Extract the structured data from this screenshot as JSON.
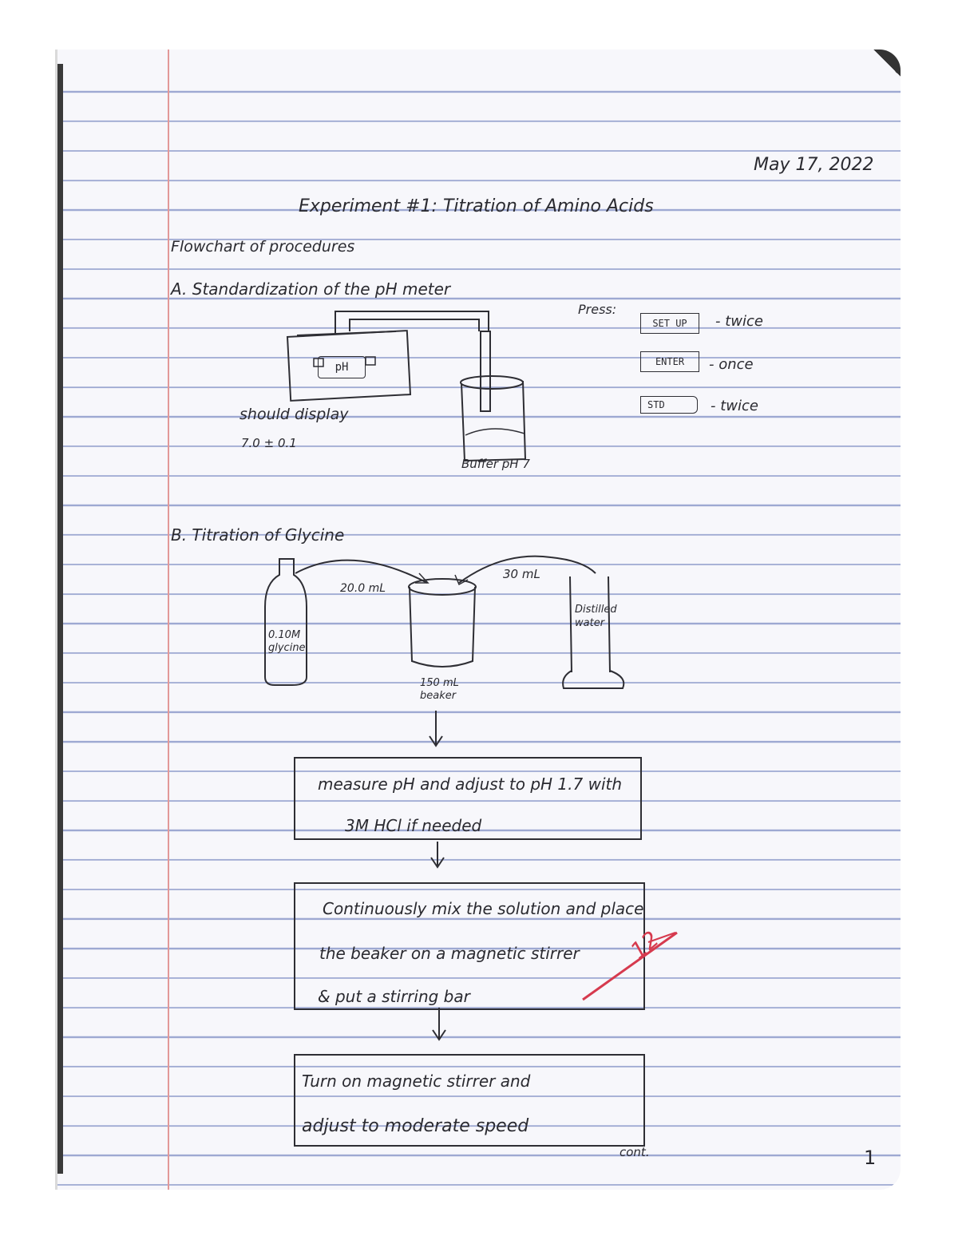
{
  "date": "May 17, 2022",
  "title": "Experiment #1: Titration of Amino Acids",
  "flowchart_heading": "Flowchart of procedures",
  "section_a": {
    "heading": "A. Standardization of the pH meter",
    "meter_display": "pH",
    "should_display": "should display",
    "display_value": "7.0 ± 0.1",
    "beaker_label": "Buffer pH 7",
    "press_label": "Press:",
    "buttons": [
      {
        "label": "SET UP",
        "times": "- twice"
      },
      {
        "label": "ENTER",
        "times": "- once"
      },
      {
        "label": "STD",
        "times": "- twice"
      }
    ]
  },
  "section_b": {
    "heading": "B. Titration of Glycine",
    "bottle_label": "0.10M glycine",
    "glycine_volume": "20.0 mL",
    "water_volume": "30 mL",
    "cylinder_label": "Distilled water",
    "beaker_label": "150 mL beaker",
    "steps": [
      {
        "line1": "measure pH and adjust to pH 1.7 with",
        "line2": "3M HCl if needed"
      },
      {
        "line1": "Continuously mix the solution and place",
        "line2": "the beaker on a magnetic stirrer",
        "line3": "& put a stirring bar"
      },
      {
        "line1": "Turn on magnetic stirrer and",
        "line2": "adjust to moderate speed"
      }
    ]
  },
  "grader_mark": "12",
  "continued": "cont.",
  "page_number": "1"
}
